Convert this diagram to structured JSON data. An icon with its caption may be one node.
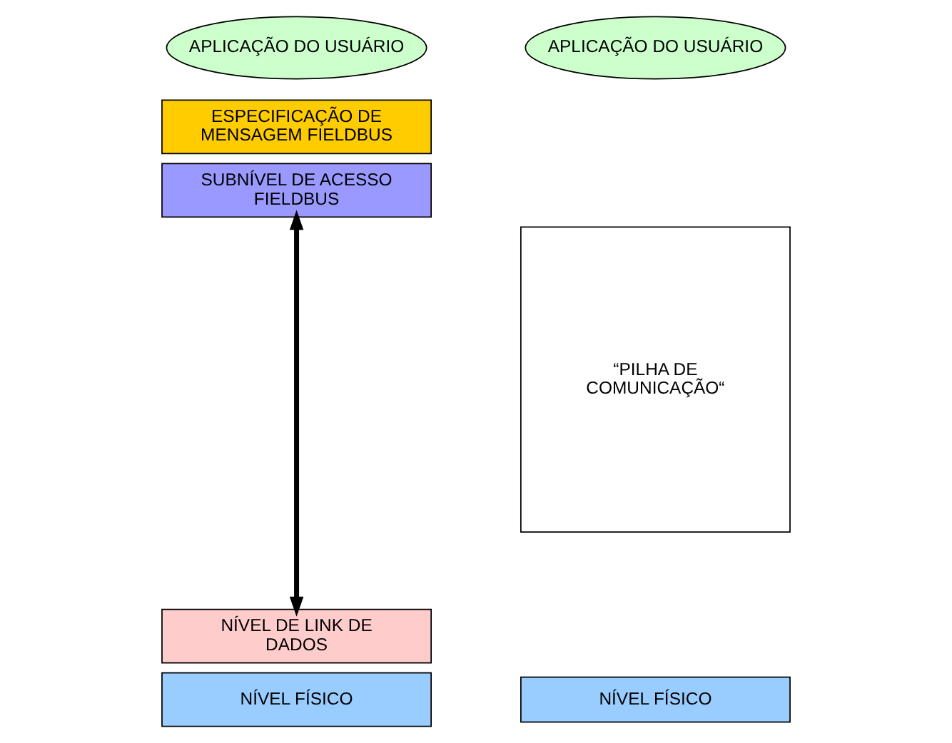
{
  "diagram": {
    "nodes": [
      {
        "text": [
          "APLICAÇÃO DO USUÁRIO"
        ]
      },
      {
        "text": [
          "ESPECIFICAÇÃO DE MENSAGEM FIELDBUS"
        ]
      },
      {
        "text": [
          "SUBNÍVEL DE ACESSO FIELDBUS"
        ]
      },
      {
        "text": [
          "NÍVEL DE LINK DE DADOS"
        ]
      },
      {
        "text": [
          "NÍVEL FÍSICO"
        ]
      },
      {
        "text": [
          "APLICAÇÃO DO USUÁRIO"
        ]
      },
      {
        "text": [
          "“PILHA DE COMUNICAÇÃO“"
        ]
      },
      {
        "text": [
          "NÍVEL FÍSICO"
        ]
      }
    ],
    "edges": [
      {
        "from": 2,
        "to": 3,
        "arrow": "both"
      }
    ]
  }
}
